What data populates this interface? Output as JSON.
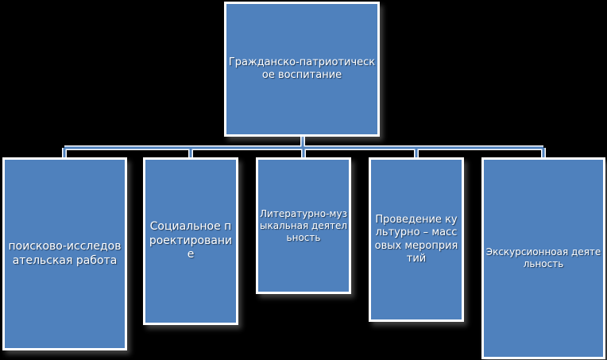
{
  "diagram": {
    "root": {
      "label": "Гражданско-патриотическое воспитание"
    },
    "children": [
      {
        "label": "поисково-исследовательская работа"
      },
      {
        "label": "Социальное проектирование"
      },
      {
        "label": "Литературно-музыкальная деятельность"
      },
      {
        "label": "Проведение культурно – массовых мероприятий"
      },
      {
        "label": "Экскурсионноая деятельность"
      }
    ]
  },
  "colors": {
    "box_fill": "#4f81bd",
    "box_border": "#ffffff",
    "connector": "#4f81bd",
    "background": "#000000",
    "text": "#ffffff"
  }
}
